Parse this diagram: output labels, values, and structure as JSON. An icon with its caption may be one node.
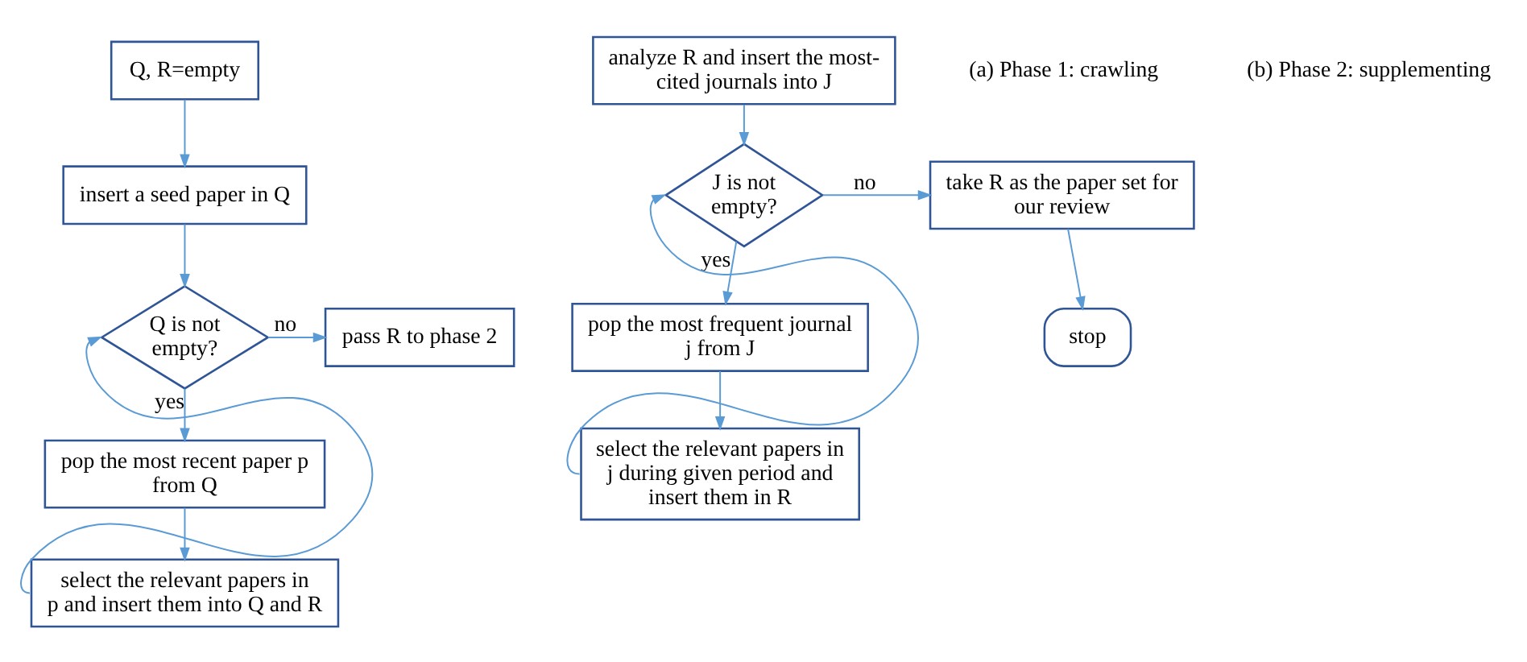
{
  "diagram": {
    "nodes": [
      {
        "text": [
          "Q, R=empty"
        ]
      },
      {
        "text": [
          "insert a seed paper in Q"
        ]
      },
      {
        "text": [
          "Q is not empty?"
        ]
      },
      {
        "text": [
          "pass R to phase 2"
        ]
      },
      {
        "text": [
          "pop the most recent paper p from Q"
        ]
      },
      {
        "text": [
          "select the relevant papers in p and insert them into Q and R"
        ]
      },
      {
        "text": [
          "analyze R and insert the most-cited journals into J"
        ]
      },
      {
        "text": [
          "J is not empty?"
        ]
      },
      {
        "text": [
          "take R as the paper set for our review"
        ]
      },
      {
        "text": [
          "pop the most frequent journal j from J"
        ]
      },
      {
        "text": [
          "select the relevant papers in j during given period and insert them in R"
        ]
      },
      {
        "text": [
          "stop"
        ]
      }
    ],
    "edges": [
      {
        "from": 0,
        "to": 1,
        "arrow": "to"
      },
      {
        "from": 1,
        "to": 2,
        "arrow": "to"
      },
      {
        "from": 2,
        "to": 3,
        "arrow": "to",
        "label": "no"
      },
      {
        "from": 2,
        "to": 4,
        "arrow": "to",
        "label": "yes"
      },
      {
        "from": 4,
        "to": 5,
        "arrow": "to"
      },
      {
        "from": 5,
        "to": 2,
        "arrow": "to"
      },
      {
        "from": 6,
        "to": 7,
        "arrow": "to"
      },
      {
        "from": 7,
        "to": 8,
        "arrow": "to",
        "label": "no"
      },
      {
        "from": 7,
        "to": 9,
        "arrow": "to",
        "label": "yes"
      },
      {
        "from": 9,
        "to": 10,
        "arrow": "to"
      },
      {
        "from": 10,
        "to": 7,
        "arrow": "to"
      },
      {
        "from": 8,
        "to": 11,
        "arrow": "to"
      }
    ],
    "labels": [
      "(a) Phase 1: crawling",
      "(b) Phase 2: supplementing"
    ]
  }
}
